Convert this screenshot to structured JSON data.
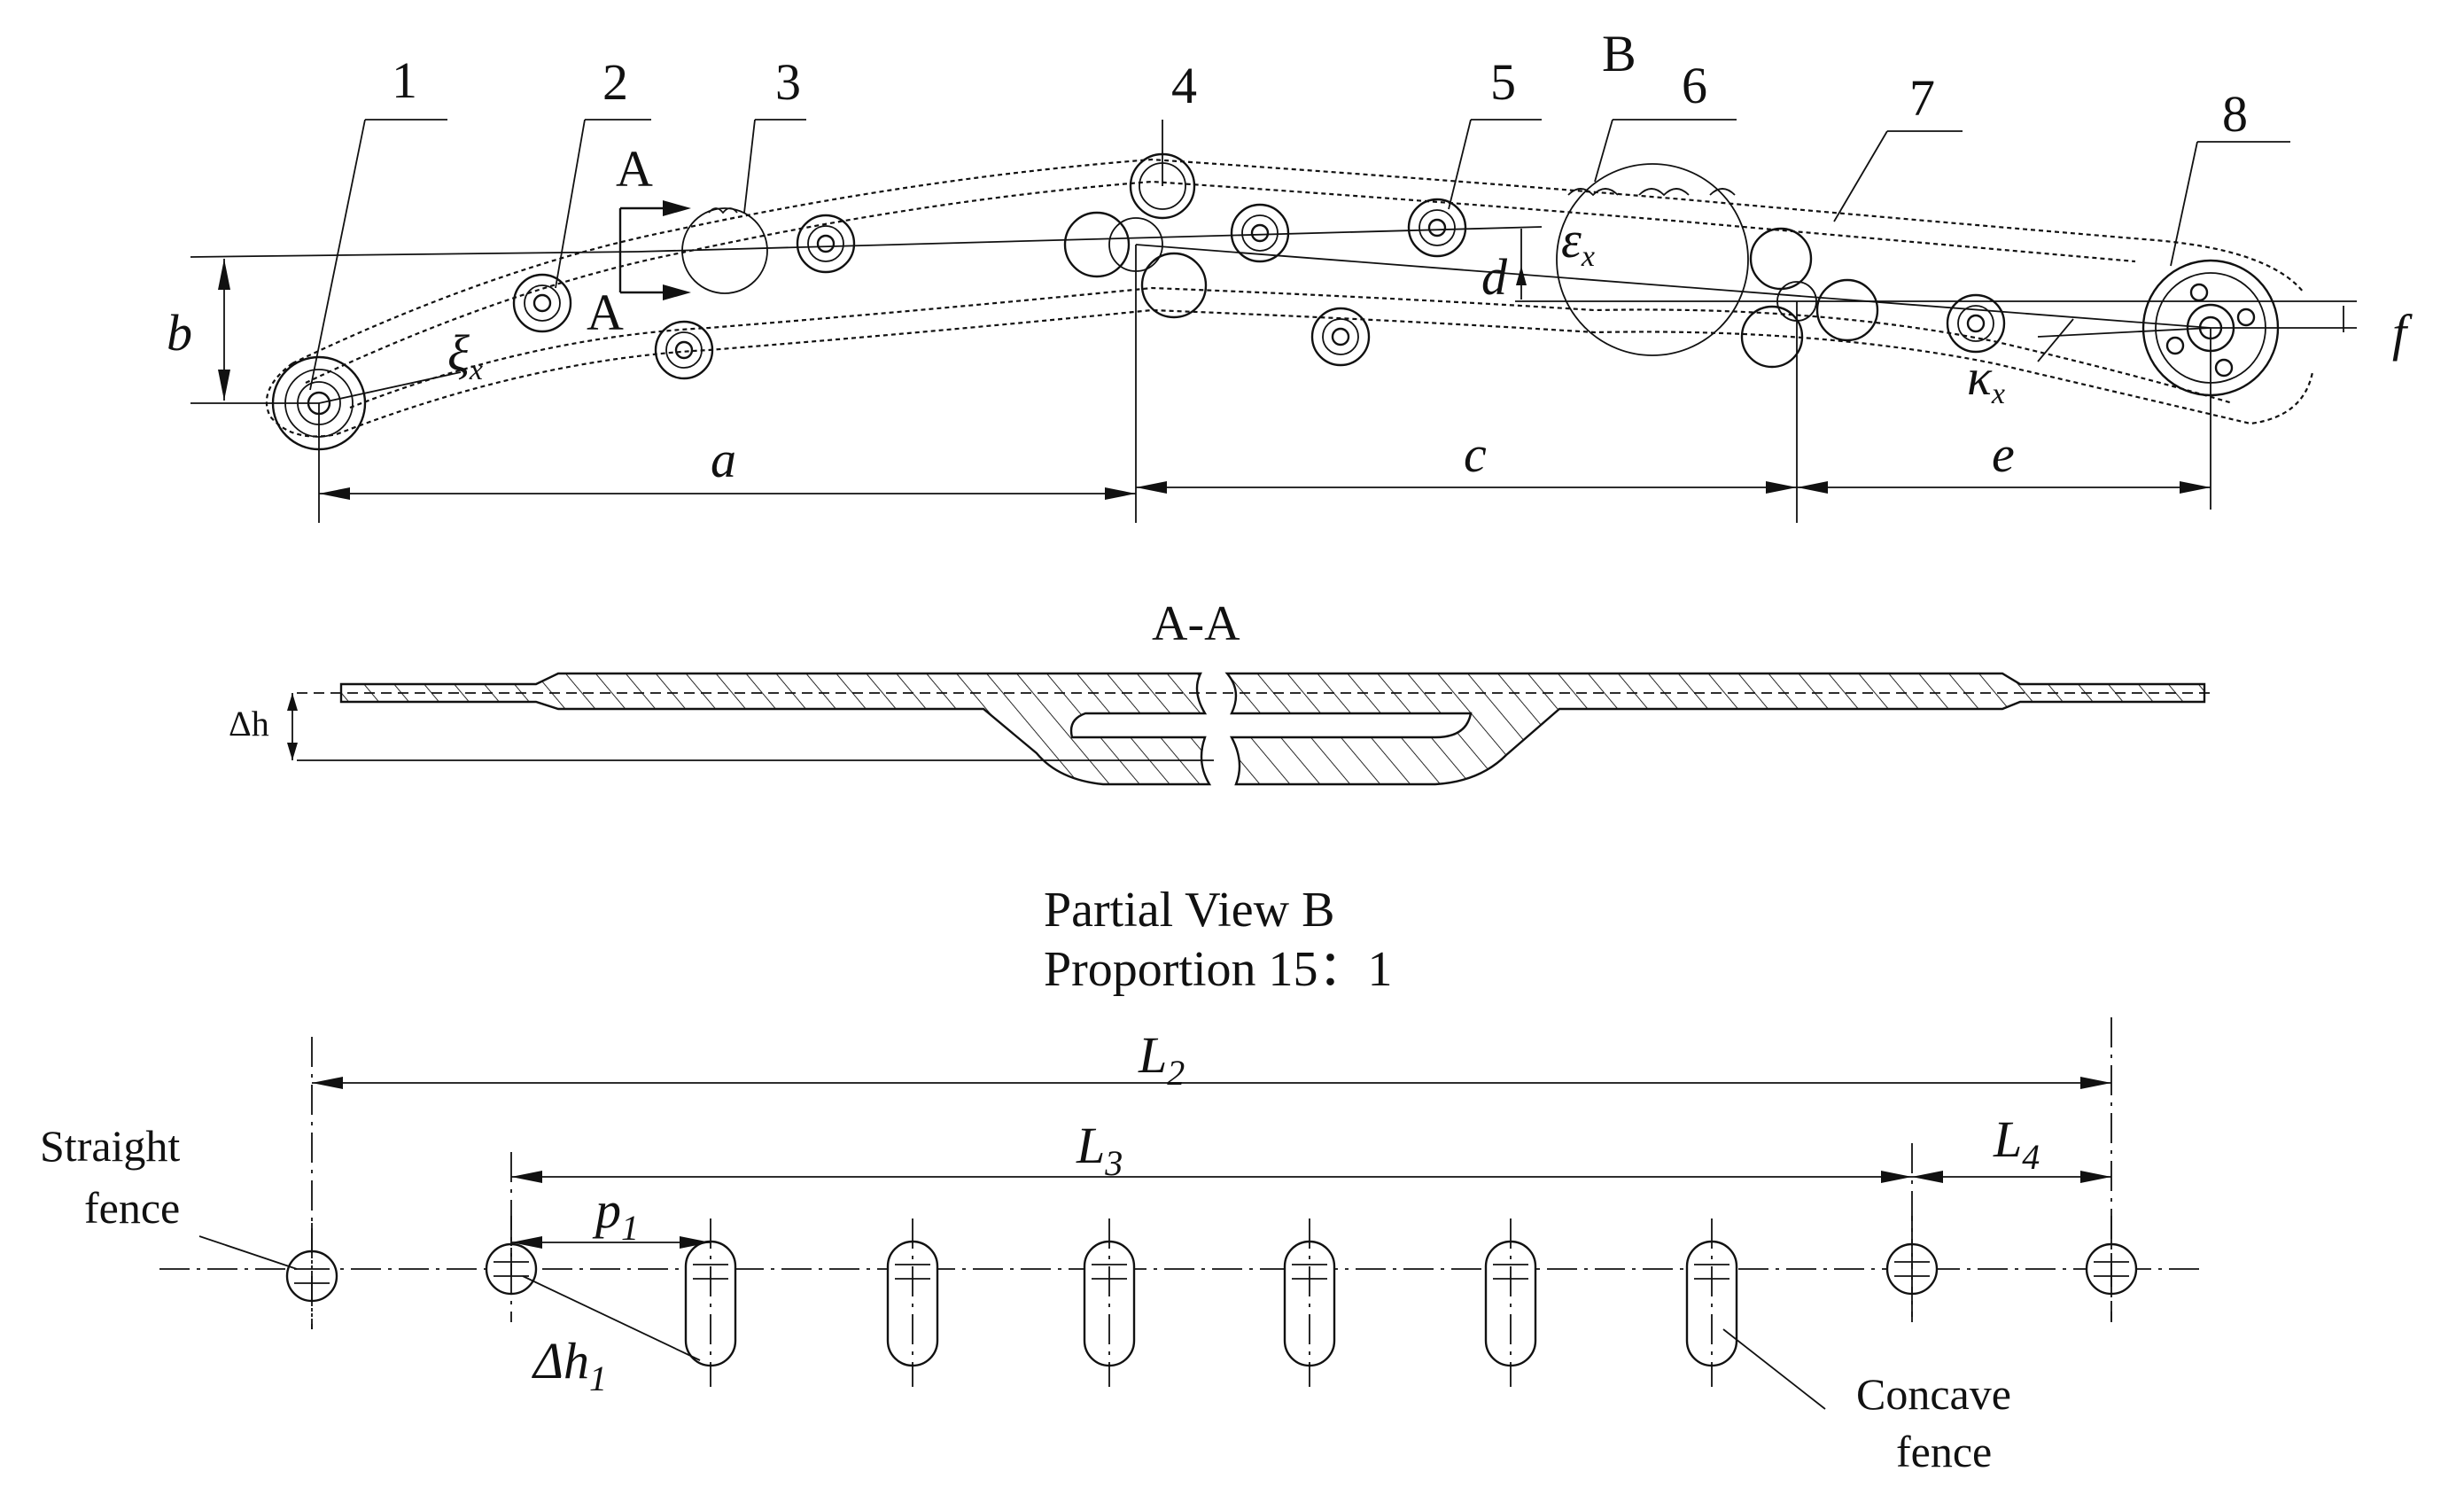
{
  "callouts": [
    "1",
    "2",
    "3",
    "4",
    "5",
    "6",
    "7",
    "8"
  ],
  "section_marker": "A",
  "detail_marker": "B",
  "dimensions": {
    "a": "a",
    "b": "b",
    "c": "c",
    "d": "d",
    "e": "e",
    "f": "f"
  },
  "angles": {
    "xi": "ξ",
    "xi_sub": "x",
    "epsilon": "ε",
    "epsilon_sub": "x",
    "kappa": "κ",
    "kappa_sub": "x"
  },
  "section_view": {
    "title": "A-A",
    "dim": "Δh"
  },
  "partial_view": {
    "title_line1": "Partial View B",
    "title_line2": "Proportion 15：1",
    "L2": "L",
    "L2_sub": "2",
    "L3": "L",
    "L3_sub": "3",
    "L4": "L",
    "L4_sub": "4",
    "p1": "p",
    "p1_sub": "1",
    "dh1": "Δh",
    "dh1_sub": "1",
    "straight_label_1": "Straight",
    "straight_label_2": "fence",
    "concave_label_1": "Concave",
    "concave_label_2": "fence"
  }
}
